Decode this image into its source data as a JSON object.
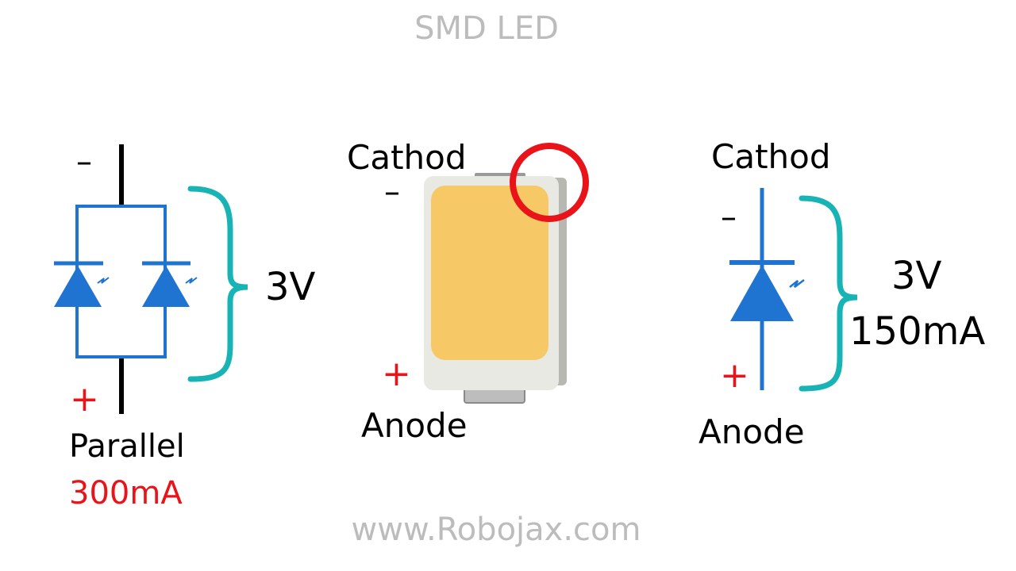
{
  "title": "SMD LED",
  "footer": "www.Robojax.com",
  "left": {
    "minus": "–",
    "plus": "+",
    "voltage": "3V",
    "mode": "Parallel",
    "current": "300mA"
  },
  "center": {
    "cathode_label": "Cathod",
    "anode_label": "Anode",
    "minus": "–",
    "plus": "+"
  },
  "right": {
    "cathode_label": "Cathod",
    "anode_label": "Anode",
    "minus": "–",
    "plus": "+",
    "voltage": "3V",
    "current": "150mA"
  },
  "colors": {
    "wire": "#1f74d2",
    "bracket": "#17b3b5",
    "red": "#e8141a",
    "grey_text": "#bcbcbc",
    "led_yellow": "#f6c866"
  }
}
